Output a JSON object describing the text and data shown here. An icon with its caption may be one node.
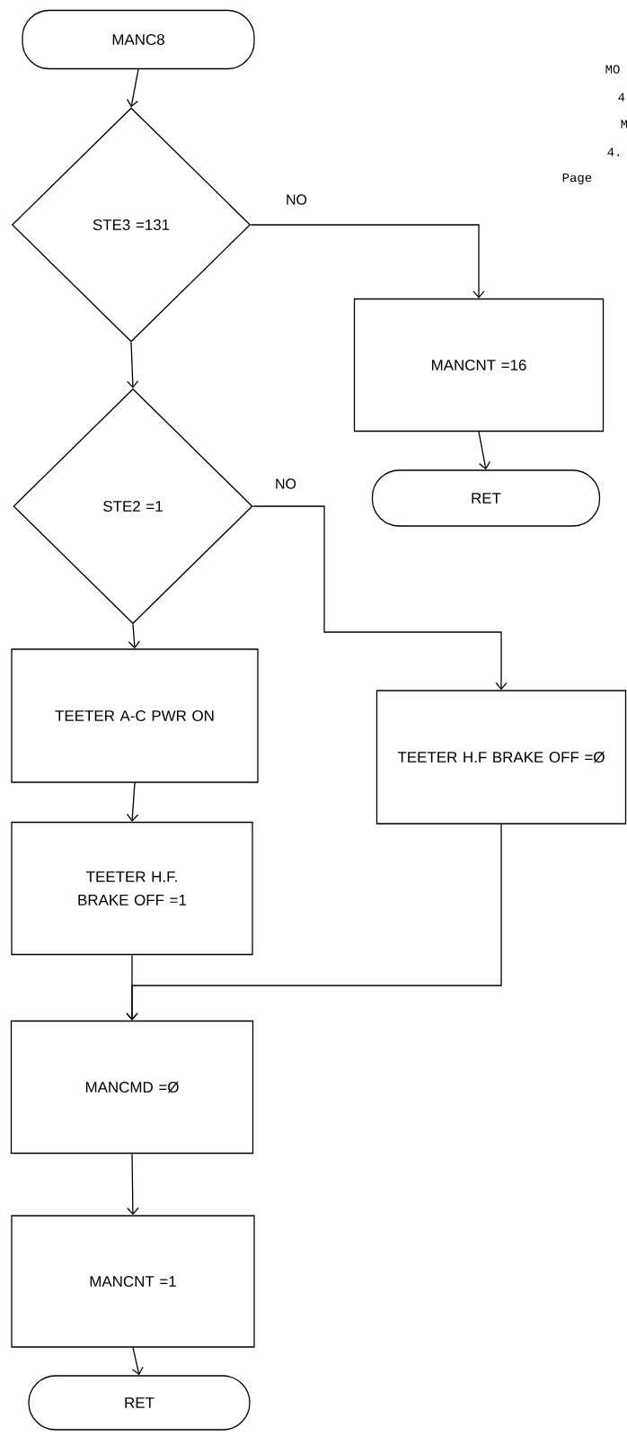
{
  "diagram": {
    "nodes": [
      {
        "text": [
          "MANC8"
        ]
      },
      {
        "text": [
          "STE3 =131"
        ]
      },
      {
        "text": [
          "MANCNT =16"
        ]
      },
      {
        "text": [
          "RET"
        ]
      },
      {
        "text": [
          "STE2 =1"
        ]
      },
      {
        "text": [
          "TEETER A-C PWR ON"
        ]
      },
      {
        "text": [
          "TEETER H.F BRAKE OFF =Ø"
        ]
      },
      {
        "text": [
          "TEETER H.F. BRAKE OFF =1"
        ]
      },
      {
        "text": [
          "MANCMD =Ø"
        ]
      },
      {
        "text": [
          "MANCNT =1"
        ]
      },
      {
        "text": [
          "RET"
        ]
      }
    ],
    "edges": [
      {
        "from": 0,
        "to": 1,
        "arrow": "to"
      },
      {
        "from": 1,
        "to": 2,
        "arrow": "to",
        "label": "NO"
      },
      {
        "from": 2,
        "to": 3,
        "arrow": "to"
      },
      {
        "from": 1,
        "to": 4,
        "arrow": "to"
      },
      {
        "from": 4,
        "to": 6,
        "arrow": "to",
        "label": "NO"
      },
      {
        "from": 4,
        "to": 5,
        "arrow": "to"
      },
      {
        "from": 5,
        "to": 7,
        "arrow": "to"
      },
      {
        "from": 7,
        "to": 8,
        "arrow": "to"
      },
      {
        "from": 6,
        "to": 8,
        "arrow": "to"
      },
      {
        "from": 8,
        "to": 9,
        "arrow": "to"
      },
      {
        "from": 9,
        "to": 10,
        "arrow": "to"
      }
    ],
    "labels": [
      "MO",
      "4",
      "M",
      "4.",
      "Page"
    ]
  }
}
